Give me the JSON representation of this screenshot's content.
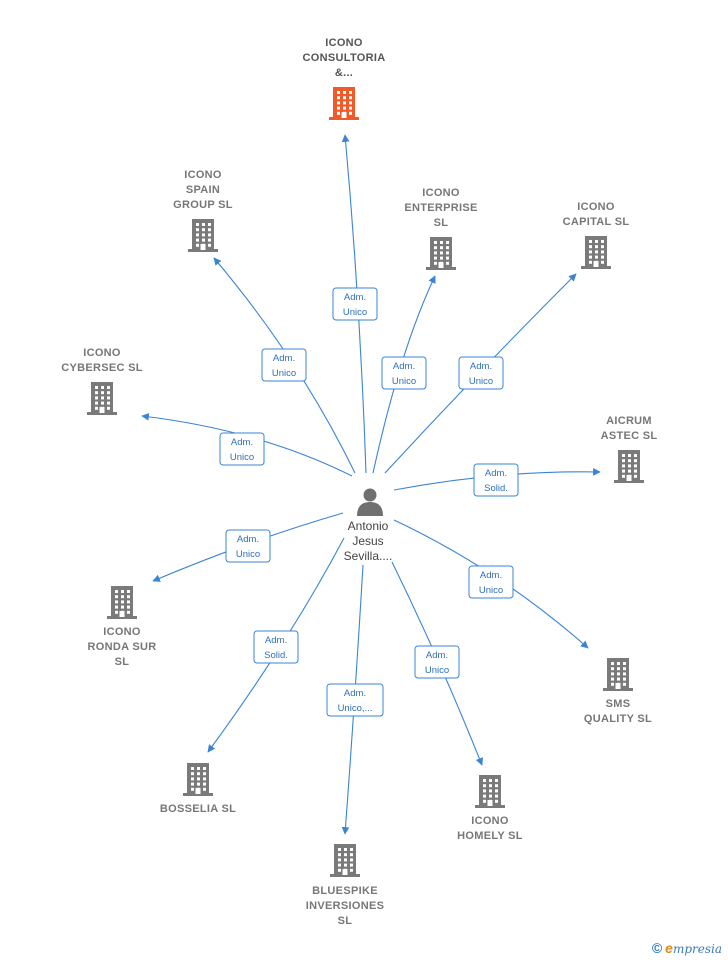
{
  "colors": {
    "edge": "#3a84d6",
    "building": "#7a7a7a",
    "building_main": "#f05a28",
    "person": "#707070"
  },
  "center": {
    "id": "person",
    "lines": [
      "Antonio",
      "Jesus",
      "Sevilla...."
    ],
    "icon": "person-icon"
  },
  "nodes": [
    {
      "id": "n1",
      "lines": [
        "ICONO",
        "CONSULTORIA",
        "&..."
      ],
      "main": true
    },
    {
      "id": "n2",
      "lines": [
        "ICONO",
        "SPAIN",
        "GROUP  SL"
      ]
    },
    {
      "id": "n3",
      "lines": [
        "ICONO",
        "ENTERPRISE",
        "SL"
      ]
    },
    {
      "id": "n4",
      "lines": [
        "ICONO",
        "CAPITAL  SL"
      ]
    },
    {
      "id": "n5",
      "lines": [
        "ICONO",
        "CYBERSEC  SL"
      ]
    },
    {
      "id": "n6",
      "lines": [
        "AICRUM",
        "ASTEC SL"
      ]
    },
    {
      "id": "n7",
      "lines": [
        "ICONO",
        "RONDA SUR",
        "SL"
      ]
    },
    {
      "id": "n8",
      "lines": [
        "SMS",
        "QUALITY  SL"
      ]
    },
    {
      "id": "n9",
      "lines": [
        "BOSSELIA SL"
      ]
    },
    {
      "id": "n10",
      "lines": [
        "ICONO",
        "HOMELY  SL"
      ]
    },
    {
      "id": "n11",
      "lines": [
        "BLUESPIKE",
        "INVERSIONES",
        "SL"
      ]
    }
  ],
  "edges": [
    {
      "to": "n1",
      "lines": [
        "Adm.",
        "Unico"
      ]
    },
    {
      "to": "n2",
      "lines": [
        "Adm.",
        "Unico"
      ]
    },
    {
      "to": "n3",
      "lines": [
        "Adm.",
        "Unico"
      ]
    },
    {
      "to": "n4",
      "lines": [
        "Adm.",
        "Unico"
      ]
    },
    {
      "to": "n5",
      "lines": [
        "Adm.",
        "Unico"
      ]
    },
    {
      "to": "n6",
      "lines": [
        "Adm.",
        "Solid."
      ]
    },
    {
      "to": "n7",
      "lines": [
        "Adm.",
        "Unico"
      ]
    },
    {
      "to": "n8",
      "lines": [
        "Adm.",
        "Unico"
      ]
    },
    {
      "to": "n9",
      "lines": [
        "Adm.",
        "Solid."
      ]
    },
    {
      "to": "n10",
      "lines": [
        "Adm.",
        "Unico"
      ]
    },
    {
      "to": "n11",
      "lines": [
        "Adm.",
        "Unico,..."
      ]
    }
  ],
  "footer": {
    "copyright": "©",
    "brand_first": "e",
    "brand_rest": "mpresia"
  }
}
